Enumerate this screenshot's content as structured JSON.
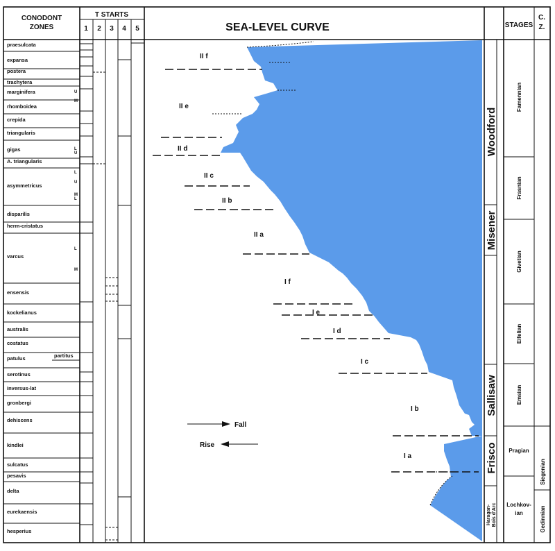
{
  "headers": {
    "zones_line1": "CONODONT",
    "zones_line2": "ZONES",
    "t_starts": "T STARTS",
    "t_cols": [
      "1",
      "2",
      "3",
      "4",
      "5"
    ],
    "title": "SEA-LEVEL CURVE",
    "stages": "STAGES",
    "cz_line1": "C.",
    "cz_line2": "Z."
  },
  "zones": [
    "praesulcata",
    "expansa",
    "postera",
    "trachytera",
    "marginifera",
    "rhomboidea",
    "crepida",
    "triangularis",
    "gigas",
    "A. triangularis",
    "asymmetricus",
    "disparilis",
    "herm-cristatus",
    "varcus",
    "ensensis",
    "kockelianus",
    "australis",
    "costatus",
    "patulus",
    "serotinus",
    "inversus-lat",
    "gronbergi",
    "dehiscens",
    "kindlei",
    "sulcatus",
    "pesavis",
    "delta",
    "eurekaensis",
    "hesperius"
  ],
  "zone_extra": {
    "partitus": "partitus",
    "subzone_letters": [
      "U",
      "M",
      "L",
      "U",
      "L",
      "U",
      "M",
      "L",
      "M",
      "L"
    ]
  },
  "formations": [
    "Woodford",
    "Misener",
    "Sallisaw",
    "Frisco",
    "Haragan-",
    "Bois d'Arc"
  ],
  "stages": [
    "Famennian",
    "Frasnian",
    "Givetian",
    "Eifelian",
    "Emsian",
    "Pragian",
    "Lochkov-",
    "ian"
  ],
  "cz": [
    "Siegenian",
    "Gedinnian"
  ],
  "cycles": [
    "II f",
    "II e",
    "II d",
    "II c",
    "II b",
    "II a",
    "I f",
    "I e",
    "I d",
    "I c",
    "I b",
    "I a"
  ],
  "legend": {
    "fall": "Fall",
    "rise": "Rise"
  },
  "colors": {
    "fill": "#5b9bea",
    "ink": "#111111"
  }
}
